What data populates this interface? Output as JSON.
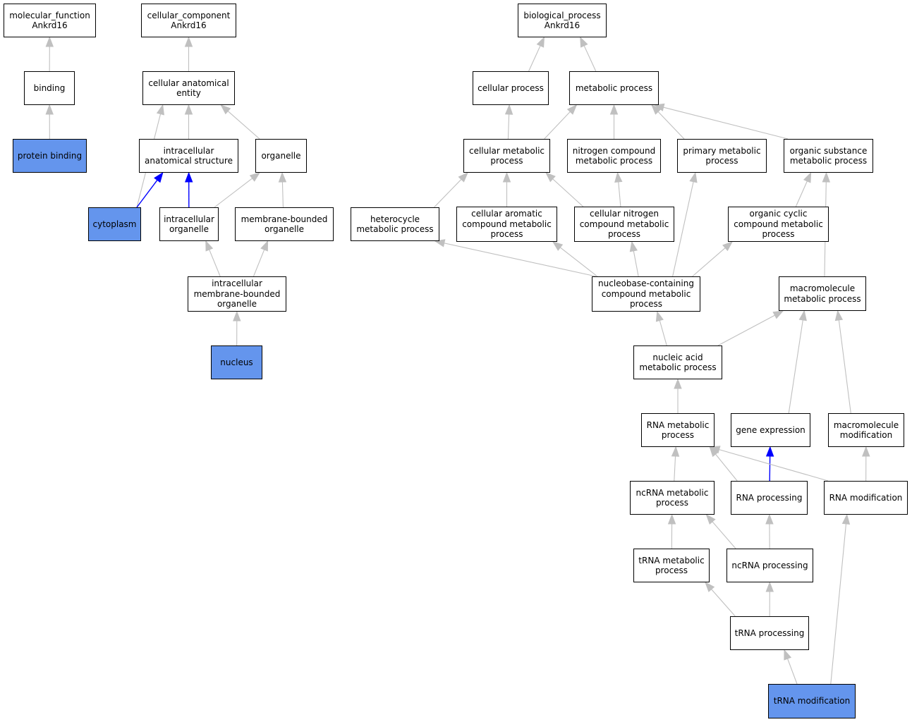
{
  "colors": {
    "edge": "#c0c0c0",
    "edge_strong": "#0000ff",
    "highlight": "#6495ed",
    "border": "#000000",
    "background": "#ffffff"
  },
  "nodes": {
    "mf_root": {
      "label": "molecular_function\nAnkrd16",
      "highlighted": false
    },
    "binding": {
      "label": "binding",
      "highlighted": false
    },
    "protein_binding": {
      "label": "protein binding",
      "highlighted": true
    },
    "cc_root": {
      "label": "cellular_component\nAnkrd16",
      "highlighted": false
    },
    "cae": {
      "label": "cellular anatomical\nentity",
      "highlighted": false
    },
    "ias": {
      "label": "intracellular\nanatomical structure",
      "highlighted": false
    },
    "organelle": {
      "label": "organelle",
      "highlighted": false
    },
    "cytoplasm": {
      "label": "cytoplasm",
      "highlighted": true
    },
    "io": {
      "label": "intracellular\norganelle",
      "highlighted": false
    },
    "mbo": {
      "label": "membrane-bounded\norganelle",
      "highlighted": false
    },
    "imbo": {
      "label": "intracellular\nmembrane-bounded\norganelle",
      "highlighted": false
    },
    "nucleus": {
      "label": "nucleus",
      "highlighted": true
    },
    "bp_root": {
      "label": "biological_process\nAnkrd16",
      "highlighted": false
    },
    "cellular_process": {
      "label": "cellular process",
      "highlighted": false
    },
    "metabolic_process": {
      "label": "metabolic process",
      "highlighted": false
    },
    "cmp": {
      "label": "cellular metabolic\nprocess",
      "highlighted": false
    },
    "ncmp": {
      "label": "nitrogen compound\nmetabolic process",
      "highlighted": false
    },
    "pmp": {
      "label": "primary metabolic\nprocess",
      "highlighted": false
    },
    "osmp": {
      "label": "organic substance\nmetabolic process",
      "highlighted": false
    },
    "hmp": {
      "label": "heterocycle\nmetabolic process",
      "highlighted": false
    },
    "cacmp": {
      "label": "cellular aromatic\ncompound metabolic\nprocess",
      "highlighted": false
    },
    "cncmp": {
      "label": "cellular nitrogen\ncompound metabolic\nprocess",
      "highlighted": false
    },
    "occmp": {
      "label": "organic cyclic\ncompound metabolic\nprocess",
      "highlighted": false
    },
    "nbccmp": {
      "label": "nucleobase-containing\ncompound metabolic\nprocess",
      "highlighted": false
    },
    "mmp": {
      "label": "macromolecule\nmetabolic process",
      "highlighted": false
    },
    "namp": {
      "label": "nucleic acid\nmetabolic process",
      "highlighted": false
    },
    "rmp": {
      "label": "RNA metabolic\nprocess",
      "highlighted": false
    },
    "ge": {
      "label": "gene expression",
      "highlighted": false
    },
    "mm": {
      "label": "macromolecule\nmodification",
      "highlighted": false
    },
    "ncrmp": {
      "label": "ncRNA metabolic\nprocess",
      "highlighted": false
    },
    "rp": {
      "label": "RNA processing",
      "highlighted": false
    },
    "rm": {
      "label": "RNA modification",
      "highlighted": false
    },
    "tmp": {
      "label": "tRNA metabolic\nprocess",
      "highlighted": false
    },
    "ncrp": {
      "label": "ncRNA processing",
      "highlighted": false
    },
    "tp": {
      "label": "tRNA processing",
      "highlighted": false
    },
    "tm": {
      "label": "tRNA modification",
      "highlighted": true
    }
  },
  "edges": [
    {
      "from": "binding",
      "to": "mf_root",
      "strong": false
    },
    {
      "from": "protein_binding",
      "to": "binding",
      "strong": false
    },
    {
      "from": "cae",
      "to": "cc_root",
      "strong": false
    },
    {
      "from": "ias",
      "to": "cae",
      "strong": false
    },
    {
      "from": "organelle",
      "to": "cae",
      "strong": false
    },
    {
      "from": "cytoplasm",
      "to": "cae",
      "strong": false
    },
    {
      "from": "cytoplasm",
      "to": "ias",
      "strong": true
    },
    {
      "from": "io",
      "to": "ias",
      "strong": true
    },
    {
      "from": "io",
      "to": "organelle",
      "strong": false
    },
    {
      "from": "mbo",
      "to": "organelle",
      "strong": false
    },
    {
      "from": "imbo",
      "to": "io",
      "strong": false
    },
    {
      "from": "imbo",
      "to": "mbo",
      "strong": false
    },
    {
      "from": "nucleus",
      "to": "imbo",
      "strong": false
    },
    {
      "from": "cellular_process",
      "to": "bp_root",
      "strong": false
    },
    {
      "from": "metabolic_process",
      "to": "bp_root",
      "strong": false
    },
    {
      "from": "cmp",
      "to": "cellular_process",
      "strong": false
    },
    {
      "from": "cmp",
      "to": "metabolic_process",
      "strong": false
    },
    {
      "from": "ncmp",
      "to": "metabolic_process",
      "strong": false
    },
    {
      "from": "pmp",
      "to": "metabolic_process",
      "strong": false
    },
    {
      "from": "osmp",
      "to": "metabolic_process",
      "strong": false
    },
    {
      "from": "hmp",
      "to": "cmp",
      "strong": false
    },
    {
      "from": "cacmp",
      "to": "cmp",
      "strong": false
    },
    {
      "from": "cncmp",
      "to": "cmp",
      "strong": false
    },
    {
      "from": "cncmp",
      "to": "ncmp",
      "strong": false
    },
    {
      "from": "occmp",
      "to": "osmp",
      "strong": false
    },
    {
      "from": "nbccmp",
      "to": "hmp",
      "strong": false
    },
    {
      "from": "nbccmp",
      "to": "cacmp",
      "strong": false
    },
    {
      "from": "nbccmp",
      "to": "cncmp",
      "strong": false
    },
    {
      "from": "nbccmp",
      "to": "pmp",
      "strong": false
    },
    {
      "from": "nbccmp",
      "to": "occmp",
      "strong": false
    },
    {
      "from": "mmp",
      "to": "osmp",
      "strong": false
    },
    {
      "from": "namp",
      "to": "nbccmp",
      "strong": false
    },
    {
      "from": "namp",
      "to": "mmp",
      "strong": false
    },
    {
      "from": "rmp",
      "to": "namp",
      "strong": false
    },
    {
      "from": "ge",
      "to": "mmp",
      "strong": false
    },
    {
      "from": "mm",
      "to": "mmp",
      "strong": false
    },
    {
      "from": "ncrmp",
      "to": "rmp",
      "strong": false
    },
    {
      "from": "rp",
      "to": "rmp",
      "strong": false
    },
    {
      "from": "rp",
      "to": "ge",
      "strong": true
    },
    {
      "from": "rm",
      "to": "rmp",
      "strong": false
    },
    {
      "from": "rm",
      "to": "mm",
      "strong": false
    },
    {
      "from": "tmp",
      "to": "ncrmp",
      "strong": false
    },
    {
      "from": "ncrp",
      "to": "ncrmp",
      "strong": false
    },
    {
      "from": "ncrp",
      "to": "rp",
      "strong": false
    },
    {
      "from": "tp",
      "to": "tmp",
      "strong": false
    },
    {
      "from": "tp",
      "to": "ncrp",
      "strong": false
    },
    {
      "from": "tm",
      "to": "tp",
      "strong": false
    },
    {
      "from": "tm",
      "to": "rm",
      "strong": false
    }
  ]
}
